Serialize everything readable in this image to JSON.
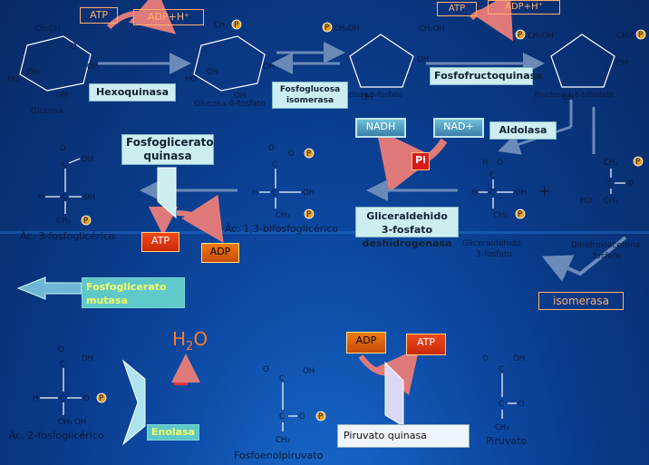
{
  "cofactors": {
    "atp1": "ATP",
    "adp_h1": "ADP+H⁺",
    "atp2": "ATP",
    "adp_h2": "ADP+H⁺",
    "nadh": "NADH",
    "nad": "NAD+",
    "pi": "Pi",
    "atp3": "ATP",
    "adp3": "ADP",
    "adp4": "ADP",
    "atp4": "ATP",
    "water": "H",
    "water_sub": "2",
    "water_o": "O"
  },
  "enzymes": {
    "hexoquinasa": "Hexoquinasa",
    "fosfoglucosa_isomerasa": "Fosfoglucosa isomerasa",
    "fosfofructoquinasa": "Fosfofructoquinasa",
    "aldolasa": "Aldolasa",
    "fosfoglicerato_quinasa": "Fosfoglicerato quinasa",
    "gliceraldehido_deshidrogenasa_1": "Gliceraldehido 3-fosfato",
    "gliceraldehido_deshidrogenasa_2": "deshidrogenasa",
    "fosfoglicerato_mutasa": "Fosfoglicerato mutasa",
    "isomerasa": "isomerasa",
    "enolasa": "Enolasa",
    "piruvato_quinasa": "Piruvato quinasa"
  },
  "metabolites": {
    "glucosa": "Glucosa",
    "glucosa_6_fosfato": "Glucosa 6-fosfato",
    "fructosa_6_fosfato": "Fructosa 6-fosfato",
    "fructosa_1_6_bifosfato": "Fructosa 1,6-bifosfato",
    "ac_3_fosfoglicerico": "Ác. 3-fosfoglicérico",
    "ac_1_3_bifosfoglicerico": "Ác. 1,3-bifosfoglicérico",
    "gliceraldehido_3_fosfato_1": "Gliceraldehido",
    "gliceraldehido_3_fosfato_2": "3-fosfato",
    "dihidroxiacetona_1": "Dihidroxiacetona",
    "dihidroxiacetona_2": "fosfato",
    "ac_2_fosfoglicerico": "Ác. 2-fosfoglicérico",
    "fosfoenolpiruvato": "Fosfoenolpiruvato",
    "piruvato": "Piruvato"
  },
  "chem": {
    "ch2oh": "CH₂OH",
    "ch2": "CH₂",
    "ch3": "CH₃",
    "oh": "OH",
    "ho": "HO",
    "o": "O",
    "c": "C",
    "h": "H",
    "phosphate": "P",
    "plus": "+"
  },
  "colors": {
    "background": "#0a3a88",
    "enzyme_box": "#cdeef0",
    "enzyme_yellow": "#f6ff66",
    "atp_red": "#e03a12",
    "adp_orange": "#e8700e",
    "phosphate_fill": "#e8a020"
  }
}
